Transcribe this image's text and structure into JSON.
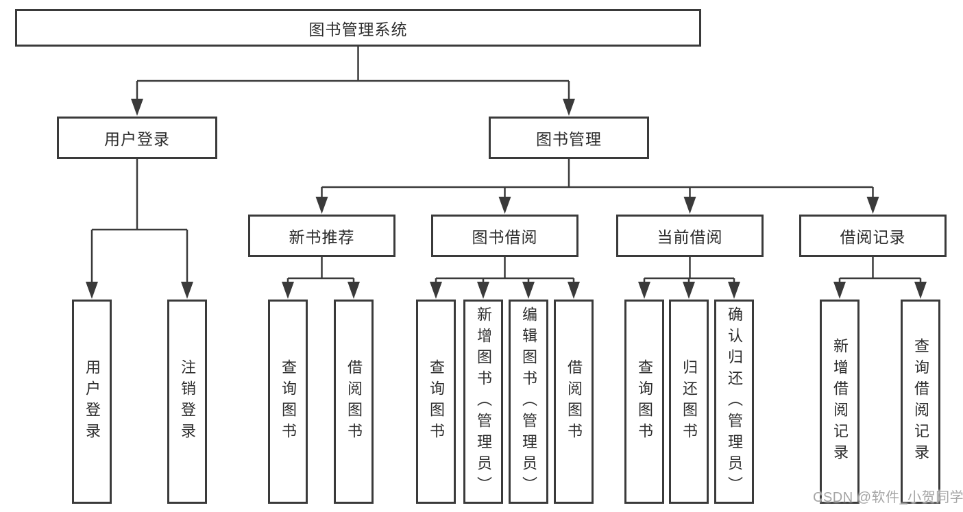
{
  "diagram": {
    "root": {
      "label": "图书管理系统"
    },
    "children": [
      {
        "label": "用户登录",
        "children": [
          {
            "label": "用户登录"
          },
          {
            "label": "注销登录"
          }
        ]
      },
      {
        "label": "图书管理",
        "children": [
          {
            "label": "新书推荐",
            "children": [
              {
                "label": "查询图书"
              },
              {
                "label": "借阅图书"
              }
            ]
          },
          {
            "label": "图书借阅",
            "children": [
              {
                "label": "查询图书"
              },
              {
                "label": "新增图书（管理员）"
              },
              {
                "label": "编辑图书（管理员）"
              },
              {
                "label": "借阅图书"
              }
            ]
          },
          {
            "label": "当前借阅",
            "children": [
              {
                "label": "查询图书"
              },
              {
                "label": "归还图书"
              },
              {
                "label": "确认归还（管理员）"
              }
            ]
          },
          {
            "label": "借阅记录",
            "children": [
              {
                "label": "新增借阅记录"
              },
              {
                "label": "查询借阅记录"
              }
            ]
          }
        ]
      }
    ]
  },
  "watermark": {
    "text": "CSDN @软件_小贺同学"
  },
  "colors": {
    "line": "#3a3a3a",
    "box_border": "#3a3a3a",
    "box_background": "#ffffff",
    "text": "#2d2d2d",
    "watermark": "#a6a6a6"
  }
}
